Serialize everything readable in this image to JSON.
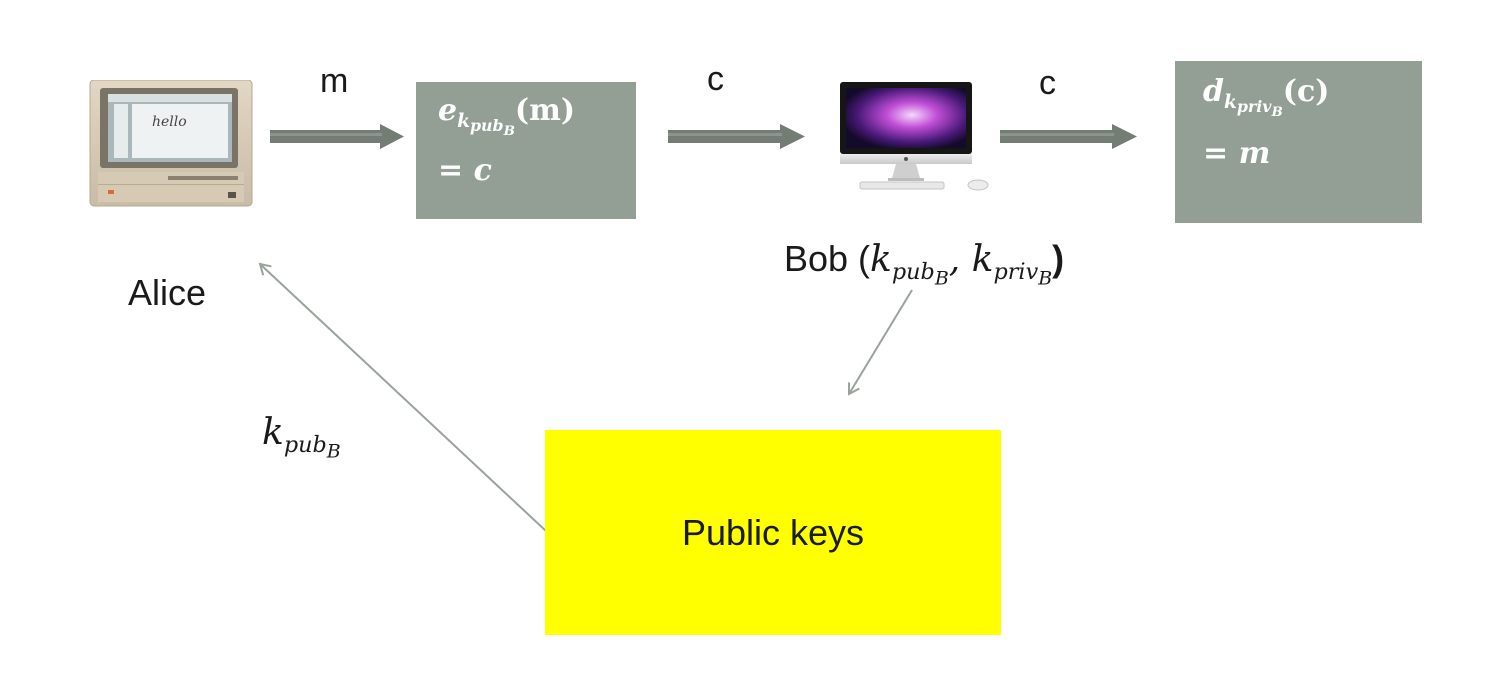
{
  "diagram": {
    "nodes": {
      "alice": {
        "label": "Alice",
        "icon": "vintage-macintosh-computer-icon",
        "screen_text": "hello"
      },
      "encrypt": {
        "line1_base": "e",
        "line1_sub": "k",
        "line1_subsub1": "pub",
        "line1_subsub2": "B",
        "line1_arg": "(m)",
        "line2": "= c"
      },
      "bob": {
        "label_prefix": "Bob (",
        "key1_base": "k",
        "key1_sub": "pub",
        "key1_subsub": "B",
        "separator": ", ",
        "key2_base": "k",
        "key2_sub": "priv",
        "key2_subsub": "B",
        "label_suffix": ")",
        "icon": "imac-desktop-computer-icon"
      },
      "decrypt": {
        "line1_base": "d",
        "line1_sub": "k",
        "line1_subsub1": "priv",
        "line1_subsub2": "B",
        "line1_arg": "(c)",
        "line2": "= m"
      },
      "public_keys": {
        "label": "Public keys"
      }
    },
    "edges": {
      "alice_to_encrypt": "m",
      "encrypt_to_bob": "c",
      "bob_to_decrypt": "c",
      "public_keys_to_alice": {
        "base": "k",
        "sub": "pub",
        "subsub": "B"
      }
    },
    "colors": {
      "box_fill": "#939f94",
      "box_text": "#ffffff",
      "public_keys_fill": "#ffff00",
      "thick_arrow": "#737d74",
      "thin_arrow": "#9aa39b"
    }
  }
}
